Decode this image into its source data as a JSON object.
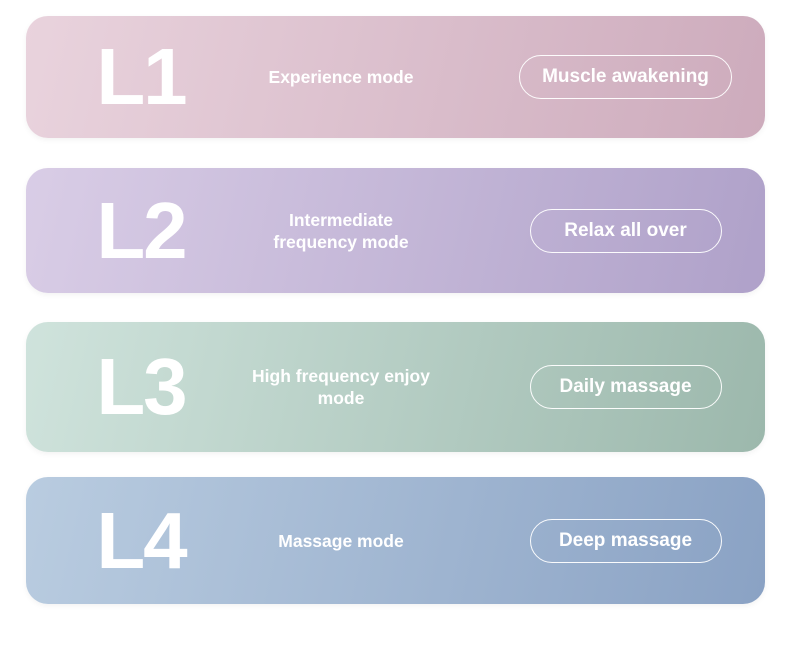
{
  "page": {
    "background": "#FFFFFF",
    "text_color": "#FFFFFF"
  },
  "rows": [
    {
      "level": "L1",
      "mode_lines": [
        "Experience mode"
      ],
      "badge": "Muscle awakening",
      "gradient_from": "#E9D3DD",
      "gradient_to": "#CDABBC"
    },
    {
      "level": "L2",
      "mode_lines": [
        "Intermediate",
        "frequency mode"
      ],
      "badge": "Relax all over",
      "gradient_from": "#D9CDE6",
      "gradient_to": "#AFA1C9"
    },
    {
      "level": "L3",
      "mode_lines": [
        "High frequency enjoy",
        "mode"
      ],
      "badge": "Daily massage",
      "gradient_from": "#CFE3DC",
      "gradient_to": "#9CB8AC"
    },
    {
      "level": "L4",
      "mode_lines": [
        "Massage mode"
      ],
      "badge": "Deep massage",
      "gradient_from": "#B9CCE0",
      "gradient_to": "#8AA2C4"
    }
  ]
}
